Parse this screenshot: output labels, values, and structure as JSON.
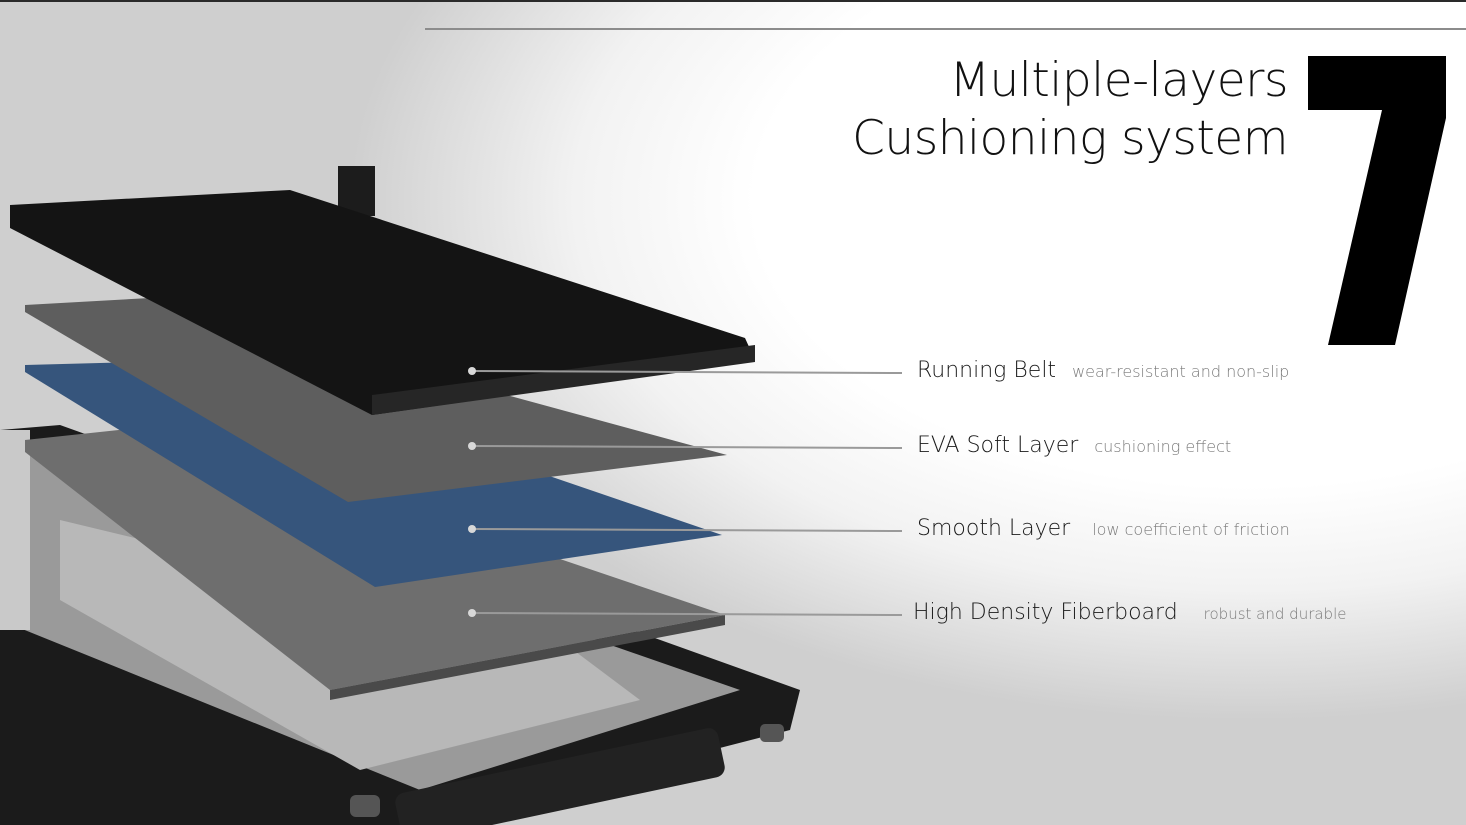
{
  "title": {
    "line1": "Multiple-layers",
    "line2": "Cushioning system"
  },
  "number_graphic": "7",
  "layers": [
    {
      "name": "Running Belt",
      "desc": "wear-resistant and non-slip"
    },
    {
      "name": "EVA Soft Layer",
      "desc": "cushioning effect"
    },
    {
      "name": "Smooth Layer",
      "desc": "low coefficient of friction"
    },
    {
      "name": "High Density Fiberboard",
      "desc": "robust and durable"
    }
  ],
  "colors": {
    "belt": "#141414",
    "eva": "#5a5a5a",
    "smooth": "#36557c",
    "fiberboard": "#6e6e6e"
  }
}
